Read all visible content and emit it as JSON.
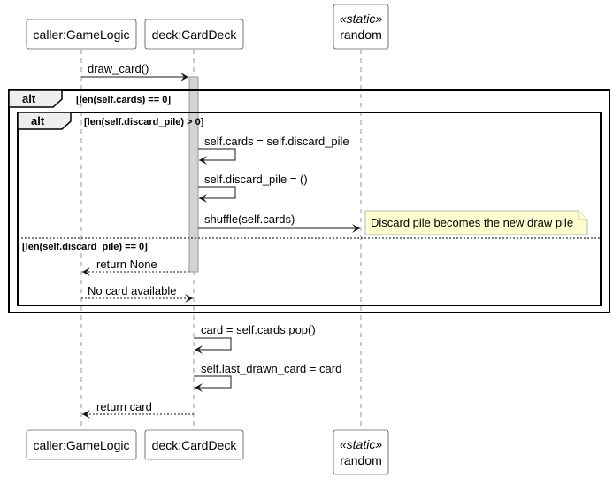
{
  "participants": {
    "caller": {
      "label": "caller:GameLogic"
    },
    "deck": {
      "label": "deck:CardDeck"
    },
    "random": {
      "stereotype": "«static»",
      "label": "random"
    }
  },
  "messages": {
    "draw_card": "draw_card()",
    "set_cards": "self.cards = self.discard_pile",
    "clear_discard": "self.discard_pile = ()",
    "shuffle": "shuffle(self.cards)",
    "return_none": "return None",
    "no_card": "No card available",
    "pop": "card = self.cards.pop()",
    "set_last": "self.last_drawn_card = card",
    "return_card": "return card"
  },
  "fragments": {
    "outer": {
      "keyword": "alt",
      "guard": "[len(self.cards) == 0]"
    },
    "inner": {
      "keyword": "alt",
      "guard": "[len(self.discard_pile) > 0]",
      "else_guard": "[len(self.discard_pile) == 0]"
    }
  },
  "note": {
    "text": "Discard pile becomes the new draw pile"
  },
  "colors": {
    "activation": "#d3d3d3",
    "note_fill": "#fefece",
    "frame_tab": "#eeeeee",
    "lifeline": "#999999"
  }
}
